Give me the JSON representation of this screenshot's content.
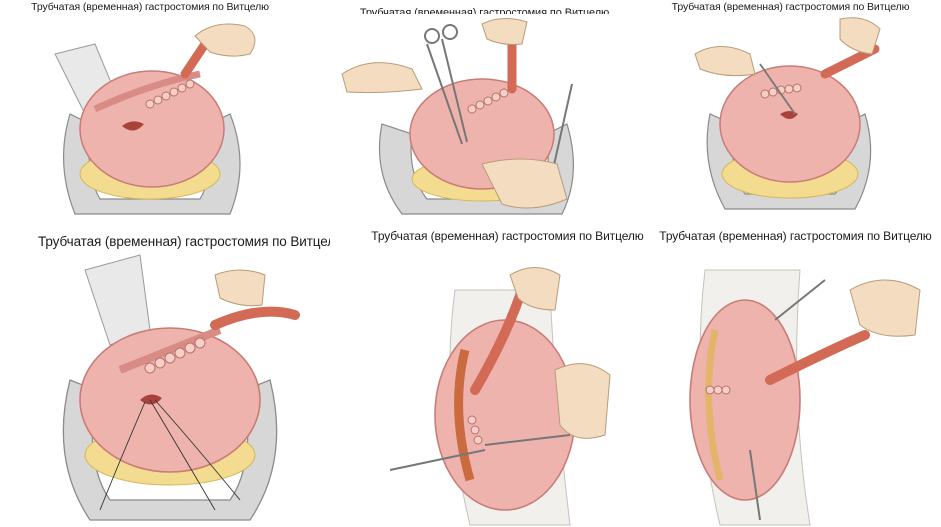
{
  "panels": [
    {
      "caption": "Трубчатая (временная) гастростомия по Витцелю"
    },
    {
      "caption": "Трубчатая (временная) гастростомия по Витцелю"
    },
    {
      "caption": "Трубчатая (временная) гастростомия по Витцелю"
    },
    {
      "caption": "Трубчатая (временная) гастростомия по Витцелю"
    },
    {
      "caption": "Трубчатая (временная) гастростомия по Витцелю"
    },
    {
      "caption": "Трубчатая (временная) гастростомия по Витцелю"
    }
  ],
  "colors": {
    "stomach": "#efb3ad",
    "stomach_shade": "#d98c86",
    "fat": "#f3dc8f",
    "retractor": "#cfcfcf",
    "tube": "#d36a55",
    "glove": "#f4dcc0",
    "wound": "#e6a99a"
  }
}
